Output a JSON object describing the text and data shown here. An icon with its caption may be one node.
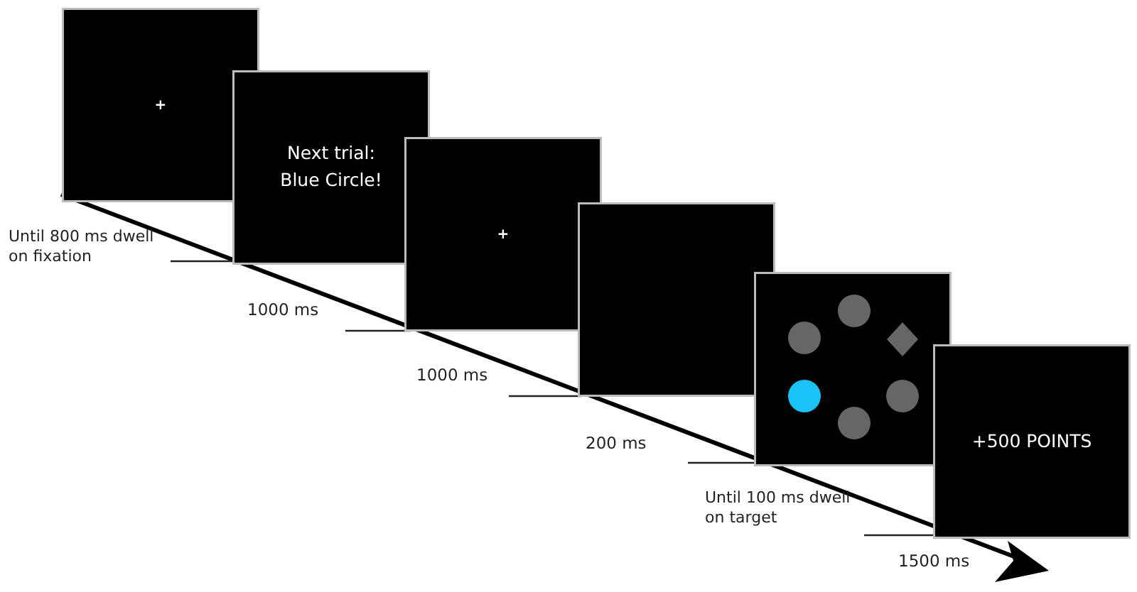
{
  "diagram": {
    "nodes": [
      {
        "text": [
          "+"
        ],
        "beside": [
          "Until 800 ms dwell on fixation"
        ]
      },
      {
        "text": [
          "Next trial: Blue Circle!"
        ],
        "beside": [
          "1000 ms"
        ]
      },
      {
        "text": [
          "+"
        ],
        "beside": [
          "1000 ms"
        ]
      },
      {
        "text": [],
        "shape": "box",
        "beside": [
          "200 ms"
        ]
      },
      {
        "text": [],
        "shape": "picture",
        "beside": [
          "Until 100 ms dwell on target"
        ]
      },
      {
        "text": [
          "+500 POINTS"
        ],
        "beside": [
          "1500 ms"
        ]
      }
    ]
  }
}
